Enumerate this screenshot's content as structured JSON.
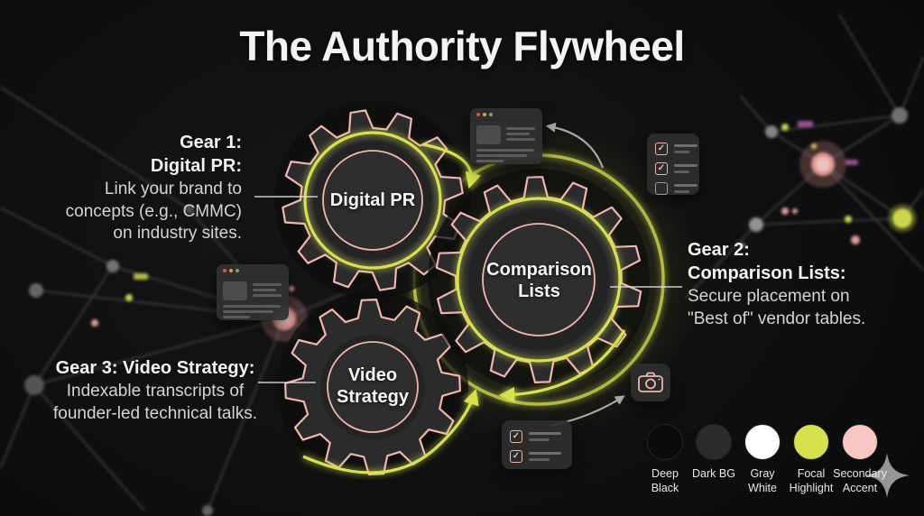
{
  "title": "The Authority Flywheel",
  "gears": [
    {
      "name": "digital-pr",
      "label": "Digital PR"
    },
    {
      "name": "comparison-lists",
      "label": "Comparison\nLists"
    },
    {
      "name": "video-strategy",
      "label": "Video\nStrategy"
    }
  ],
  "annotations": [
    {
      "heading": "Gear 1:\nDigital PR:",
      "body": "Link your brand to\nconcepts (e.g., CMMC)\non industry sites."
    },
    {
      "heading": "Gear 2:\nComparison Lists:",
      "body": "Secure placement on\n\"Best of\" vendor tables."
    },
    {
      "heading": "Gear 3: Video Strategy:",
      "body": "Indexable transcripts of\nfounder-led technical talks."
    }
  ],
  "legend": {
    "items": [
      {
        "label": "Deep\nBlack",
        "color": "#0a0a0a"
      },
      {
        "label": "Dark BG",
        "color": "#2b2b2b"
      },
      {
        "label": "Gray\nWhite",
        "color": "#ffffff"
      },
      {
        "label": "Focal\nHighlight",
        "color": "#d6e14c"
      },
      {
        "label": "Secondary\nAccent",
        "color": "#f8c7c4"
      }
    ]
  },
  "icons": {
    "check": "✓"
  },
  "colors": {
    "background": "#0c0c0c",
    "gear_fill": "#2b2b2c",
    "gear_stroke": "#f0b7ae",
    "focal": "#d6e14c",
    "arrow_gray": "#a8a8a8",
    "connector": "#dedede",
    "pink_node": "#f4a9a4"
  }
}
